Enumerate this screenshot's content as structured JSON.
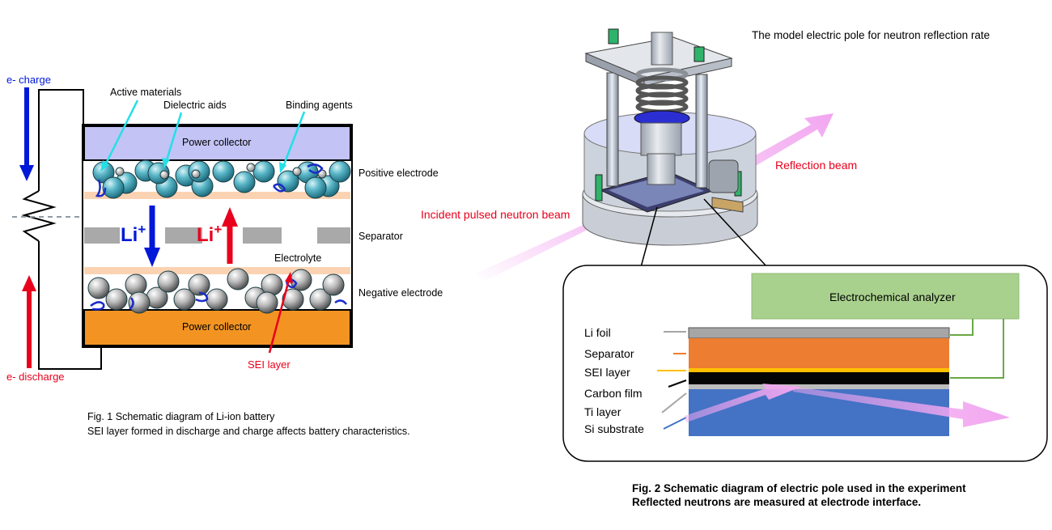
{
  "fig1": {
    "e_charge": "e- charge",
    "e_discharge": "e- discharge",
    "active_materials": "Active materials",
    "dielectric_aids": "Dielectric aids",
    "binding_agents": "Binding agents",
    "power_collector_top": "Power collector",
    "power_collector_bottom": "Power collector",
    "positive_electrode": "Positive electrode",
    "separator": "Separator",
    "electrolyte": "Electrolyte",
    "negative_electrode": "Negative electrode",
    "li_ion": "Li",
    "li_plus": "+",
    "sei_layer": "SEI layer",
    "caption_line1": "Fig. 1  Schematic diagram of Li-ion battery",
    "caption_line2": "SEI layer formed in discharge and charge affects battery characteristics.",
    "colors": {
      "charge": "#0018d8",
      "discharge": "#e8001c",
      "top_collector": "#c3c3f5",
      "bottom_collector": "#f39422",
      "interlayer": "#fbd3b3"
    }
  },
  "fig2": {
    "title": "The model electric pole for neutron reflection rate",
    "reflection_beam": "Reflection beam",
    "incident_beam": "Incident pulsed neutron beam",
    "analyzer": "Electrochemical analyzer",
    "layers": [
      "Li foil",
      "Separator",
      "SEI layer",
      "Carbon film",
      "Ti layer",
      "Si substrate"
    ],
    "caption_line1": "Fig. 2  Schematic diagram of electric pole used in the experiment",
    "caption_line2": "Reflected neutrons are measured at electrode interface.",
    "colors": {
      "beam": "#f2a6f0",
      "analyzer": "#a9d18e",
      "separator_layer": "#ed7d31",
      "substrate": "#4472c4",
      "sei": "#ffc000"
    }
  }
}
